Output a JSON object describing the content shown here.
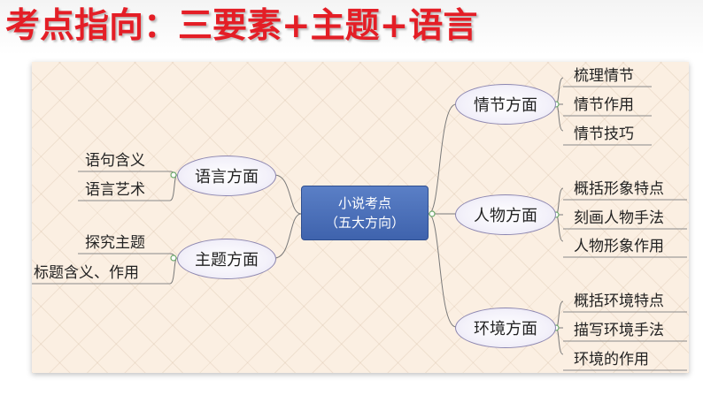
{
  "title": "考点指向：三要素+主题+语言",
  "center": {
    "line1": "小说考点",
    "line2": "（五大方向）"
  },
  "left_branches": [
    {
      "label": "语言方面",
      "leaves": [
        "语句含义",
        "语言艺术"
      ]
    },
    {
      "label": "主题方面",
      "leaves": [
        "探究主题",
        "标题含义、作用"
      ]
    }
  ],
  "right_branches": [
    {
      "label": "情节方面",
      "leaves": [
        "梳理情节",
        "情节作用",
        "情节技巧"
      ]
    },
    {
      "label": "人物方面",
      "leaves": [
        "概括形象特点",
        "刻画人物手法",
        "人物形象作用"
      ]
    },
    {
      "label": "环境方面",
      "leaves": [
        "概括环境特点",
        "描写环境手法",
        "环境的作用"
      ]
    }
  ],
  "colors": {
    "title": "#e41e26",
    "center_fill": "#4a6fb8",
    "oval_border": "#8c86b0",
    "link": "#7a7a7a",
    "background": "#fbefe2"
  }
}
